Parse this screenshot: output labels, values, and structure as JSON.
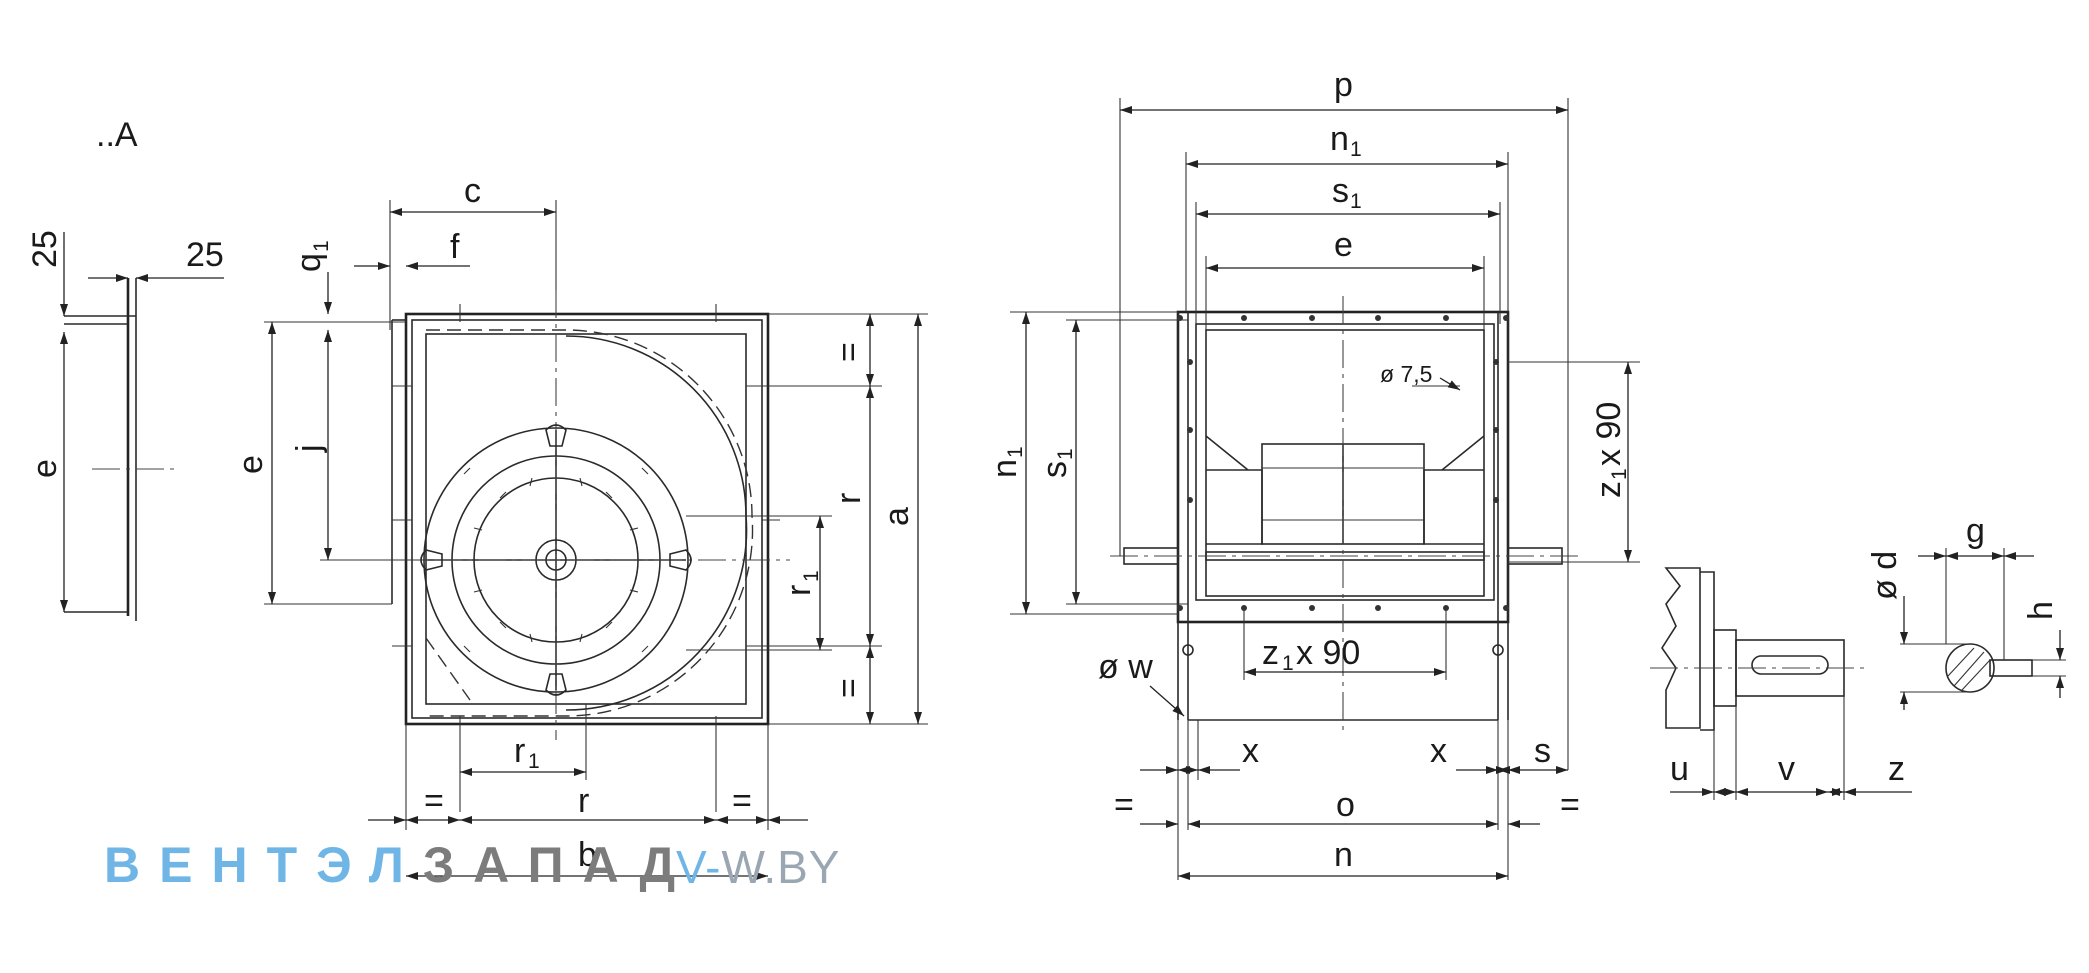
{
  "view_label": "..A",
  "left_view": {
    "thickness_top": "25",
    "thickness_side": "25",
    "height": "e"
  },
  "front_view": {
    "c": "c",
    "f": "f",
    "q": "q",
    "q_sub": "1",
    "e": "e",
    "j": "j",
    "r_right": "r",
    "a": "a",
    "eq_top": "=",
    "eq_bottom": "=",
    "r1_vertical": "r",
    "r1_vertical_sub": "1",
    "r1_horizontal": "r",
    "r1_horizontal_sub": "1",
    "eq_left": "=",
    "r_bottom": "r",
    "eq_right": "=",
    "b": "b"
  },
  "side_view": {
    "p": "p",
    "n1": "n",
    "n1_sub": "1",
    "s1": "s",
    "s1_sub": "1",
    "e": "e",
    "hole": "ø 7,5",
    "z1x90_right": "z",
    "z1x90_right_sub": "1",
    "z1x90_right_tail": "x 90",
    "n1_left": "n",
    "n1_left_sub": "1",
    "s1_left": "s",
    "s1_left_sub": "1",
    "z1x90_bottom": "z",
    "z1x90_bottom_sub": "1",
    "z1x90_bottom_tail": "x 90",
    "w": "ø w",
    "x_left": "x",
    "x_right": "x",
    "s": "s",
    "eq_left": "=",
    "o": "o",
    "eq_right": "=",
    "n": "n"
  },
  "shaft_detail": {
    "d": "ø d",
    "g": "g",
    "h": "h",
    "u": "u",
    "v": "v",
    "z": "z"
  },
  "watermark": {
    "part1": "ВЕНТЭЛ",
    "part2": "ЗАПАД",
    "url_prefix": "V-",
    "url_rest": "W.BY"
  }
}
